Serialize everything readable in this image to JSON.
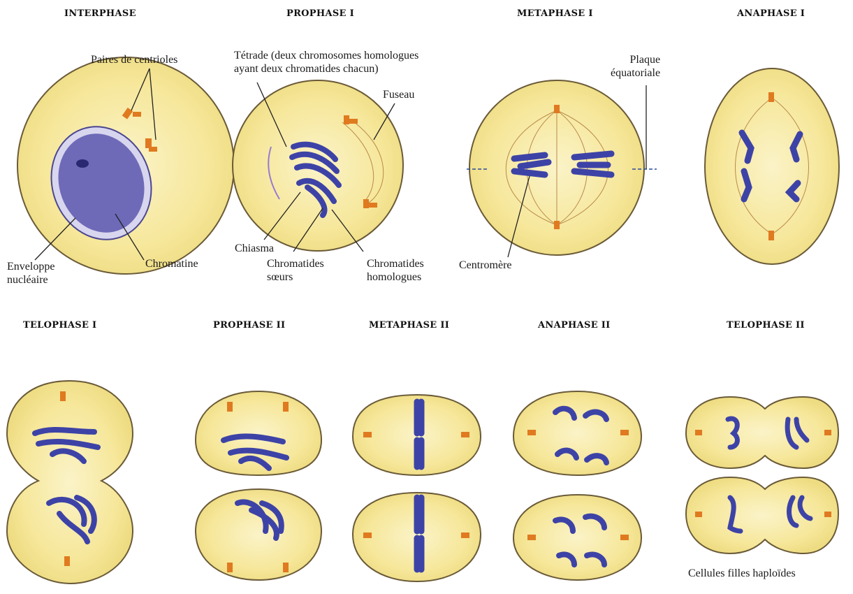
{
  "stage_titles": {
    "interphase": "INTERPHASE",
    "prophase1": "PROPHASE I",
    "metaphase1": "METAPHASE I",
    "anaphase1": "ANAPHASE I",
    "telophase1": "TELOPHASE I",
    "prophase2": "PROPHASE II",
    "metaphase2": "METAPHASE II",
    "anaphase2": "ANAPHASE II",
    "telophase2": "TELOPHASE II"
  },
  "labels": {
    "centrioles": "Paires de centrioles",
    "tetrade": "Tétrade (deux chromosomes homologues\nayant deux chromatides chacun)",
    "fuseau": "Fuseau",
    "plaque": "Plaque\néquatoriale",
    "enveloppe": "Enveloppe\nnucléaire",
    "chromatine": "Chromatine",
    "chiasma": "Chiasma",
    "chromatides_soeurs": "Chromatides\nsœurs",
    "chromatides_homologues": "Chromatides\nhomologues",
    "centromere": "Centromère",
    "cellules_filles": "Cellules filles haploïdes"
  },
  "colors": {
    "cell_fill": "#f6e9a6",
    "cell_edge": "#7a6a40",
    "chromosome": "#3d43a6",
    "centriole": "#e07a20",
    "nucleus": "#6e6ab8"
  }
}
